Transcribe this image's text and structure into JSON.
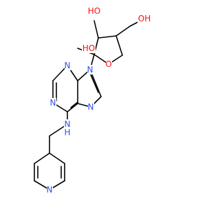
{
  "colors": {
    "bond": "#000000",
    "oxygen": "#ff0d0d",
    "nitrogen": "#3050f8",
    "background": "#ffffff"
  },
  "labels": {
    "oh_top": "OH",
    "ho_left_top": "HO",
    "ho_left_mid": "HO",
    "o_ring": "O",
    "n9": "N",
    "n3": "N",
    "n1": "N",
    "n7": "N",
    "nh": "N",
    "h_nh": "H",
    "n_pyridine": "N"
  }
}
